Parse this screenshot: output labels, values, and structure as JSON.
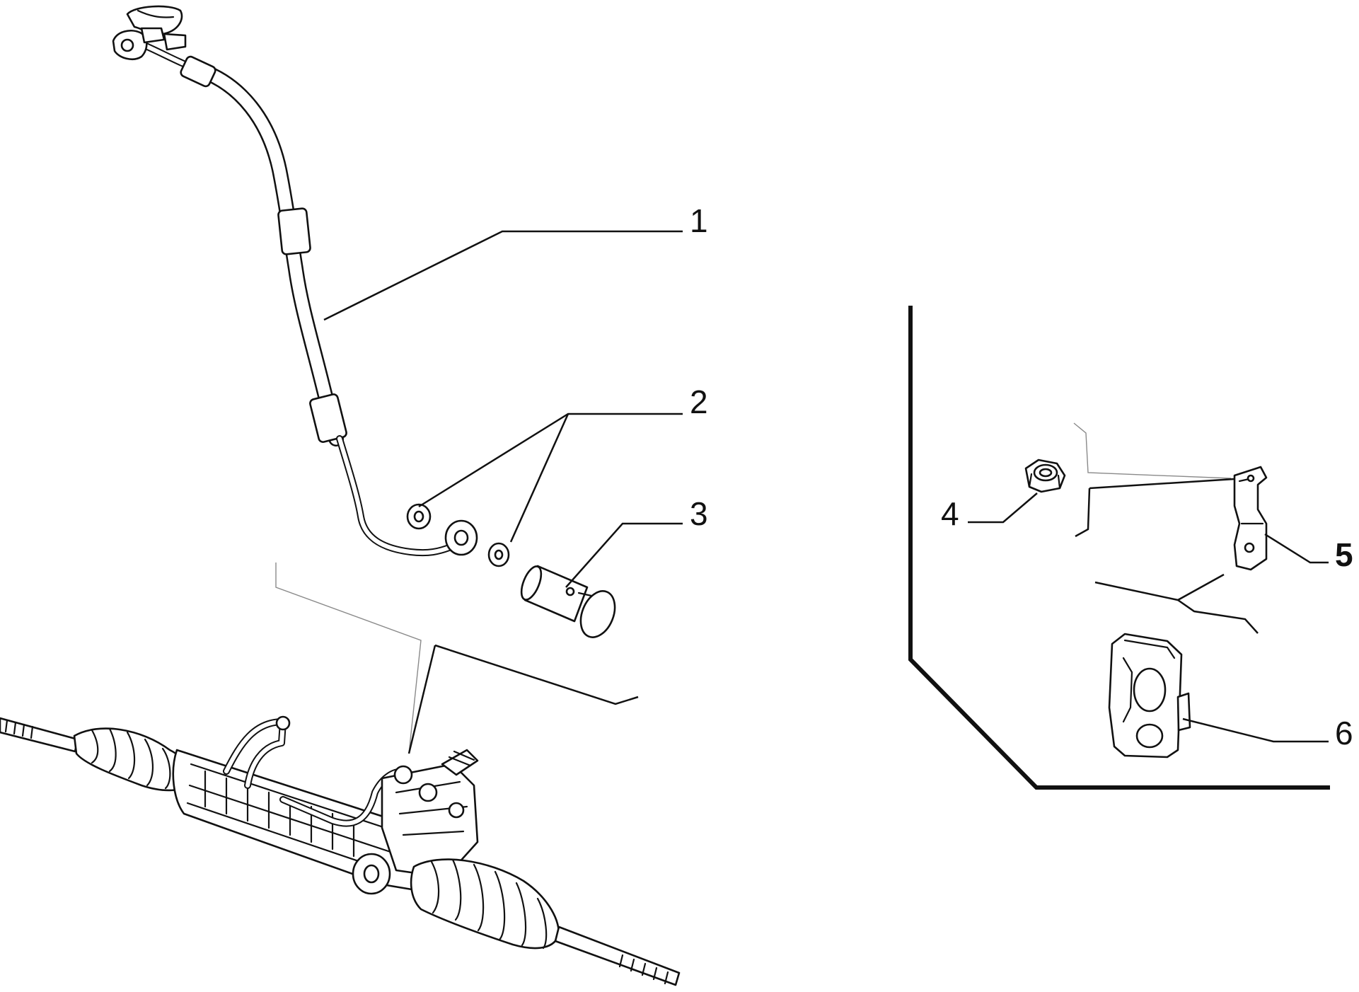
{
  "callouts": [
    {
      "id": "1",
      "text": "1"
    },
    {
      "id": "2",
      "text": "2"
    },
    {
      "id": "3",
      "text": "3"
    },
    {
      "id": "4",
      "text": "4"
    },
    {
      "id": "5",
      "text": "5"
    },
    {
      "id": "6",
      "text": "6"
    }
  ],
  "colors": {
    "ink": "#111111",
    "thin_leader": "#8a8a8a",
    "background": "#ffffff"
  }
}
